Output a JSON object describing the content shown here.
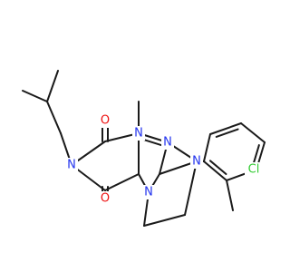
{
  "molecule": {
    "atoms": {
      "o_top": "O",
      "o_bottom": "O",
      "n1": "N",
      "n3": "N",
      "n_ring": "N",
      "n_im": "N",
      "n_aryl": "N",
      "cl": "Cl"
    },
    "colors": {
      "bond": "#1a1a1a",
      "oxygen": "#ee1111",
      "nitrogen": "#2233ee",
      "chlorine": "#33cc33"
    }
  }
}
